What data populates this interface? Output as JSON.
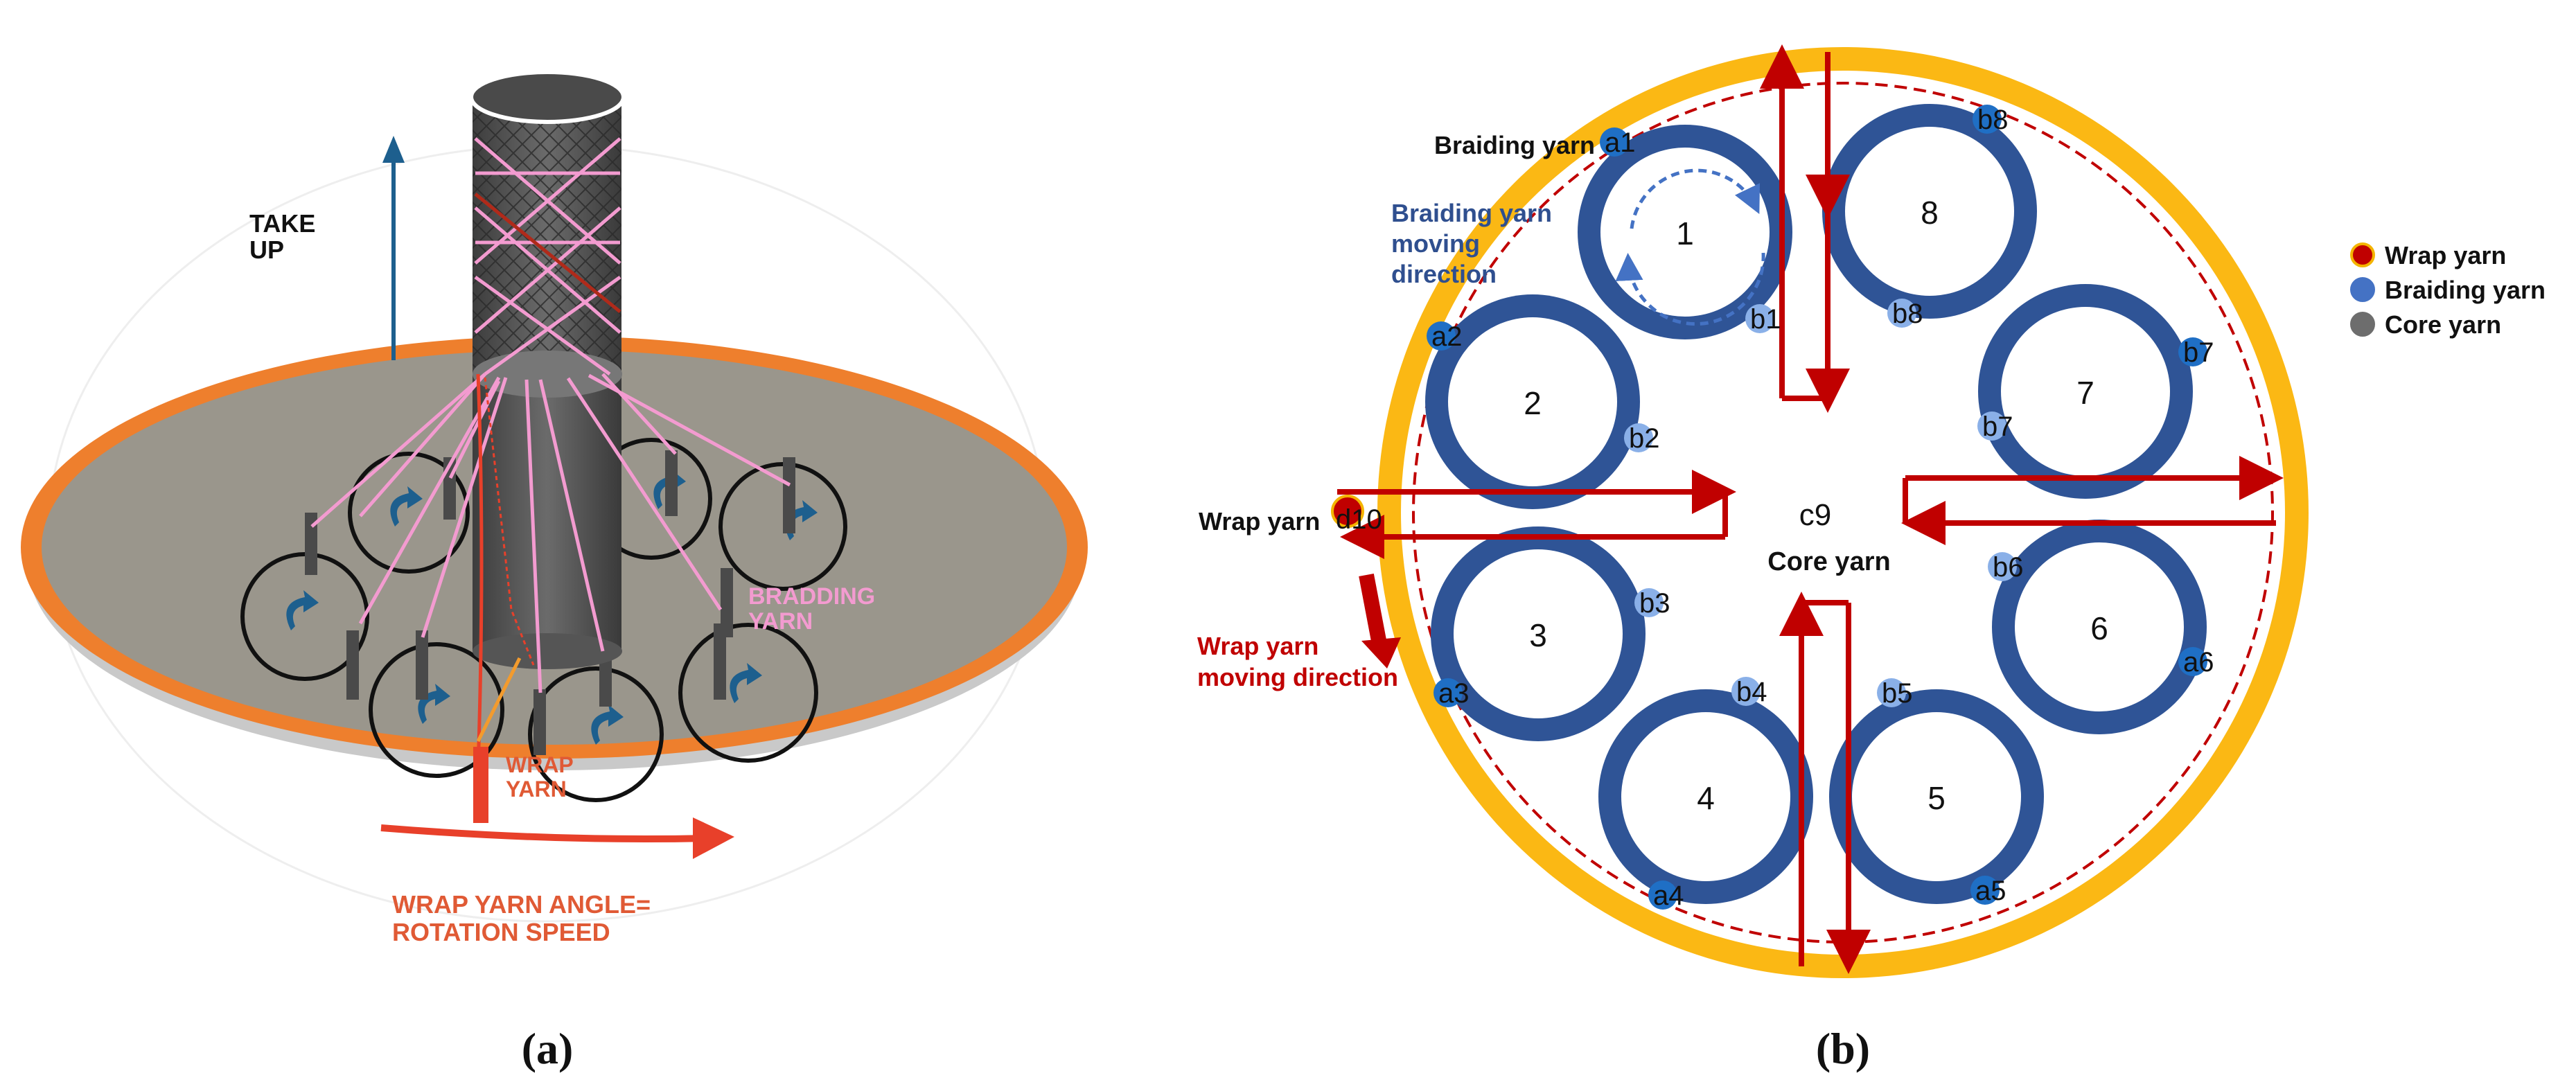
{
  "panel_a": {
    "caption": "(a)",
    "take_up_label_1": "TAKE",
    "take_up_label_2": "UP",
    "bradding_label_1": "BRADDING",
    "bradding_label_2": "YARN",
    "wrap_label_1": "WRAP",
    "wrap_label_2": "YARN",
    "angle_label_1": "WRAP YARN ANGLE=",
    "angle_label_2": "ROTATION SPEED",
    "colors": {
      "ring": "#ee7f2d",
      "plate": "#9a968c",
      "core": "#5d5d5d",
      "pink_yarn": "#f39bd0",
      "red_yarn": "#e8402a",
      "arrow_blue": "#1d5f8e",
      "label_orange": "#e05a35"
    }
  },
  "panel_b": {
    "caption": "(b)",
    "carriers": [
      "1",
      "2",
      "3",
      "4",
      "5",
      "6",
      "7",
      "8"
    ],
    "braiding_yarn_label": "Braiding yarn",
    "braiding_dir_label_1": "Braiding yarn",
    "braiding_dir_label_2": "moving",
    "braiding_dir_label_3": "direction",
    "wrap_yarn_label": "Wrap yarn",
    "wrap_dir_label_1": "Wrap yarn",
    "wrap_dir_label_2": "moving direction",
    "core_label": "Core yarn",
    "core_id": "c9",
    "wrap_id": "d10",
    "yarn_ids": {
      "a1": "a1",
      "a2": "a2",
      "a3": "a3",
      "a4": "a4",
      "a5": "a5",
      "a6": "a6",
      "a7": "b7",
      "a8": "b8",
      "b1": "b1",
      "b2": "b2",
      "b3": "b3",
      "b4": "b4",
      "b5": "b5",
      "b6": "b6",
      "b7": "b7",
      "b8": "b8"
    },
    "colors": {
      "outer_ring": "#fbb814",
      "carrier_ring": "#2f5496",
      "wrap_red": "#c00000",
      "dot_dark": "#1f6fc5",
      "dot_light": "#8ab0e8"
    }
  },
  "legend": {
    "items": [
      {
        "label": "Wrap yarn",
        "color": "#c00000",
        "ring": "#f4b400"
      },
      {
        "label": "Braiding yarn",
        "color": "#4472c4",
        "ring": "#4472c4"
      },
      {
        "label": "Core yarn",
        "color": "#6d6d6d",
        "ring": "#6d6d6d"
      }
    ]
  }
}
